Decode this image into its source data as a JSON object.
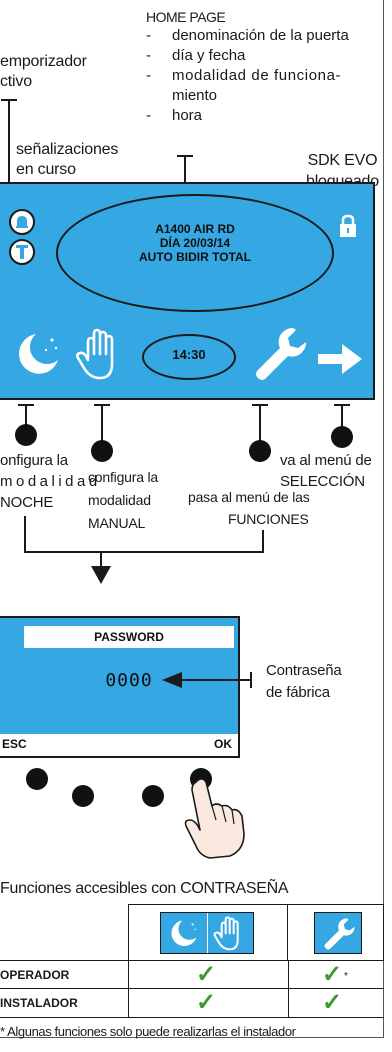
{
  "home": {
    "title": "HOME PAGE",
    "items": [
      "denominación de la puerta",
      "día y fecha",
      "modalidad de funciona-",
      "miento",
      "hora"
    ]
  },
  "labels": {
    "temporizador_1": "emporizador",
    "temporizador_2": "ctivo",
    "senal_1": "señalizaciones",
    "senal_2": "en curso",
    "sdk_1": "SDK EVO",
    "sdk_2": "bloqueado"
  },
  "display": {
    "line1": "A1400 AIR RD",
    "line2": "DÍA 20/03/14",
    "line3": "AUTO BIDIR TOTAL",
    "time": "14:30",
    "bg_color": "#35a7e3"
  },
  "callouts": {
    "noche_1": "onfigura la",
    "noche_2": "modalidad",
    "noche_3": "NOCHE",
    "manual_1": "configura la",
    "manual_2": "modalidad",
    "manual_3": "MANUAL",
    "func_1": "pasa al menú de las",
    "func_2": "FUNCIONES",
    "sel_1": "va al menú de",
    "sel_2": "SELECCIÓN"
  },
  "password": {
    "title": "PASSWORD",
    "value": "0000",
    "esc": "ESC",
    "ok": "OK",
    "note_1": "Contraseña",
    "note_2": "de fábrica"
  },
  "table": {
    "caption": "Funciones accesibles con CONTRASEÑA",
    "rows": [
      {
        "label": "OPERADOR",
        "mark_a": "✓",
        "mark_b": "✓",
        "asterisk": "*"
      },
      {
        "label": "INSTALADOR",
        "mark_a": "✓",
        "mark_b": "✓",
        "asterisk": ""
      }
    ],
    "check_color": "#3a9b2e"
  },
  "footnote": "* Algunas funciones solo puede realizarlas el instalador"
}
